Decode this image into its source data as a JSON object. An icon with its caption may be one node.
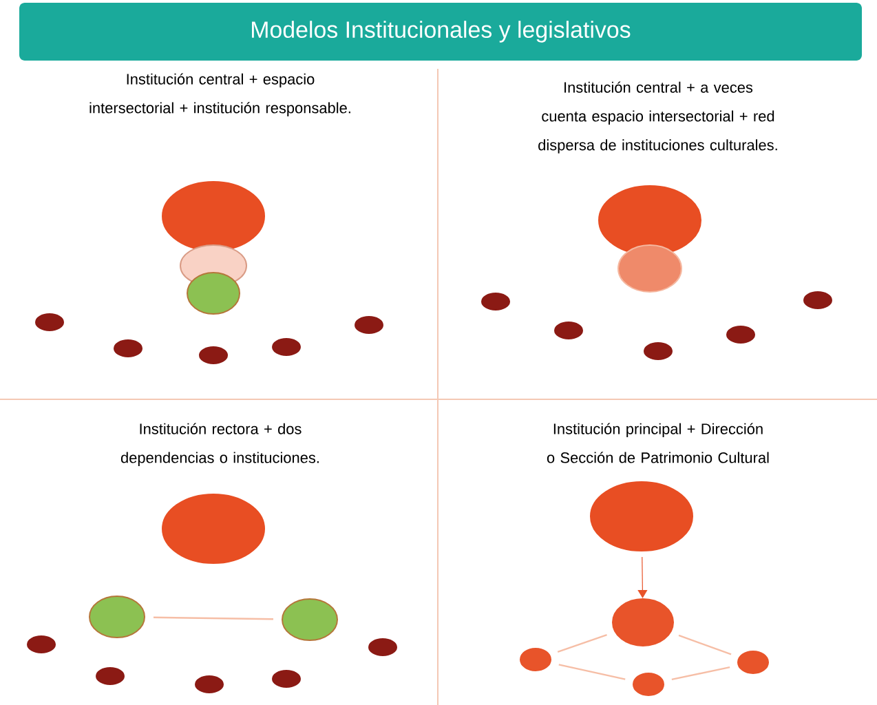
{
  "diagram": {
    "title": "Modelos Institucionales y legislativos",
    "nodes": [
      {
        "text": [],
        "shape": "ellipse"
      },
      {
        "text": [],
        "shape": "ellipse"
      },
      {
        "text": [],
        "shape": "ellipse"
      },
      {
        "text": [],
        "shape": "ellipse"
      },
      {
        "text": [],
        "shape": "ellipse"
      },
      {
        "text": [],
        "shape": "ellipse"
      },
      {
        "text": [],
        "shape": "ellipse"
      },
      {
        "text": [],
        "shape": "ellipse"
      },
      {
        "text": [],
        "shape": "ellipse"
      },
      {
        "text": [],
        "shape": "ellipse"
      },
      {
        "text": [],
        "shape": "ellipse"
      },
      {
        "text": [],
        "shape": "ellipse"
      },
      {
        "text": [],
        "shape": "ellipse"
      },
      {
        "text": [],
        "shape": "ellipse"
      },
      {
        "text": [],
        "shape": "ellipse"
      },
      {
        "text": [],
        "shape": "ellipse"
      },
      {
        "text": [],
        "shape": "ellipse"
      },
      {
        "text": [],
        "shape": "ellipse"
      },
      {
        "text": [],
        "shape": "ellipse"
      },
      {
        "text": [],
        "shape": "ellipse"
      },
      {
        "text": [],
        "shape": "ellipse"
      },
      {
        "text": [],
        "shape": "ellipse"
      },
      {
        "text": [],
        "shape": "ellipse"
      },
      {
        "text": [],
        "shape": "ellipse"
      },
      {
        "text": [],
        "shape": "ellipse"
      },
      {
        "text": [],
        "shape": "ellipse"
      },
      {
        "text": [],
        "shape": "ellipse"
      },
      {
        "text": [],
        "shape": "ellipse"
      }
    ],
    "edges": [
      {
        "from": 16,
        "to": 17,
        "arrow": "none"
      },
      {
        "from": 23,
        "to": 24,
        "arrow": "to",
        "color": "#e8542a"
      },
      {
        "from": 24,
        "to": 25,
        "arrow": "none"
      },
      {
        "from": 24,
        "to": 27,
        "arrow": "none"
      },
      {
        "from": 25,
        "to": 26,
        "arrow": "none"
      },
      {
        "from": 26,
        "to": 27,
        "arrow": "none"
      }
    ],
    "labels": [
      "Institución central + espacio intersectorial + institución responsable.",
      "Institución central + a veces cuenta espacio intersectorial + red dispersa de instituciones culturales.",
      "Institución rectora + dos dependencias o instituciones.",
      "Institución principal + Dirección o Sección de Patrimonio Cultural"
    ]
  }
}
